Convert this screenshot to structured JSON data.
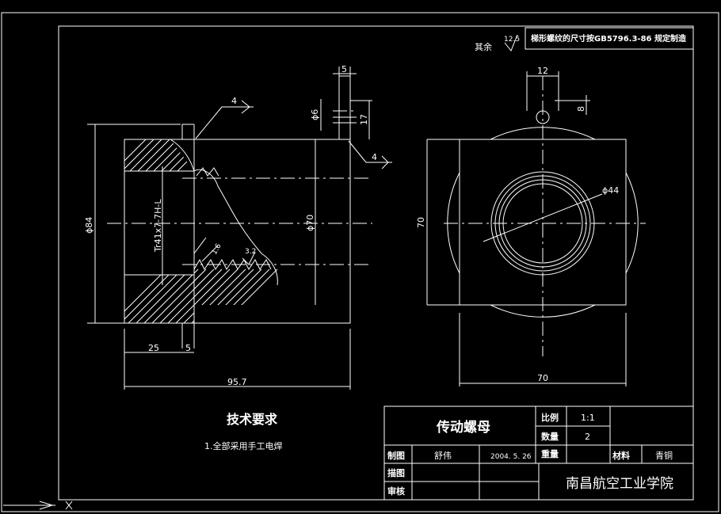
{
  "header_note": {
    "prefix": "其余",
    "roughness": "12.5",
    "text": "梯形螺纹的尺寸按GB5796.3-86  规定制造"
  },
  "dims": {
    "d5_top": "5",
    "d6": "ϕ6",
    "d17": "17",
    "d12": "12",
    "d8": "8",
    "rough4a": "4",
    "rough4b": "4",
    "phi84": "ϕ84",
    "phi70": "ϕ70",
    "thread": "Tr41x7-7H-L",
    "d25": "25",
    "d5_bottom": "5",
    "d957": "95.7",
    "d70_left": "70",
    "d70_bottom": "70",
    "phi44": "ϕ44",
    "r16": "1.6",
    "r32": "3.2"
  },
  "tech": {
    "title": "技术要求",
    "item1": "1.全部采用手工电焊"
  },
  "title_block": {
    "part_name": "传动螺母",
    "scale_label": "比例",
    "scale_value": "1:1",
    "qty_label": "数量",
    "qty_value": "2",
    "drawn_label": "制图",
    "drawn_name": "舒伟",
    "drawn_date": "2004. 5. 26",
    "weight_label": "重量",
    "material_label": "材料",
    "material_value": "青铜",
    "traced_label": "描图",
    "checked_label": "审核",
    "school": "南昌航空工业学院"
  }
}
